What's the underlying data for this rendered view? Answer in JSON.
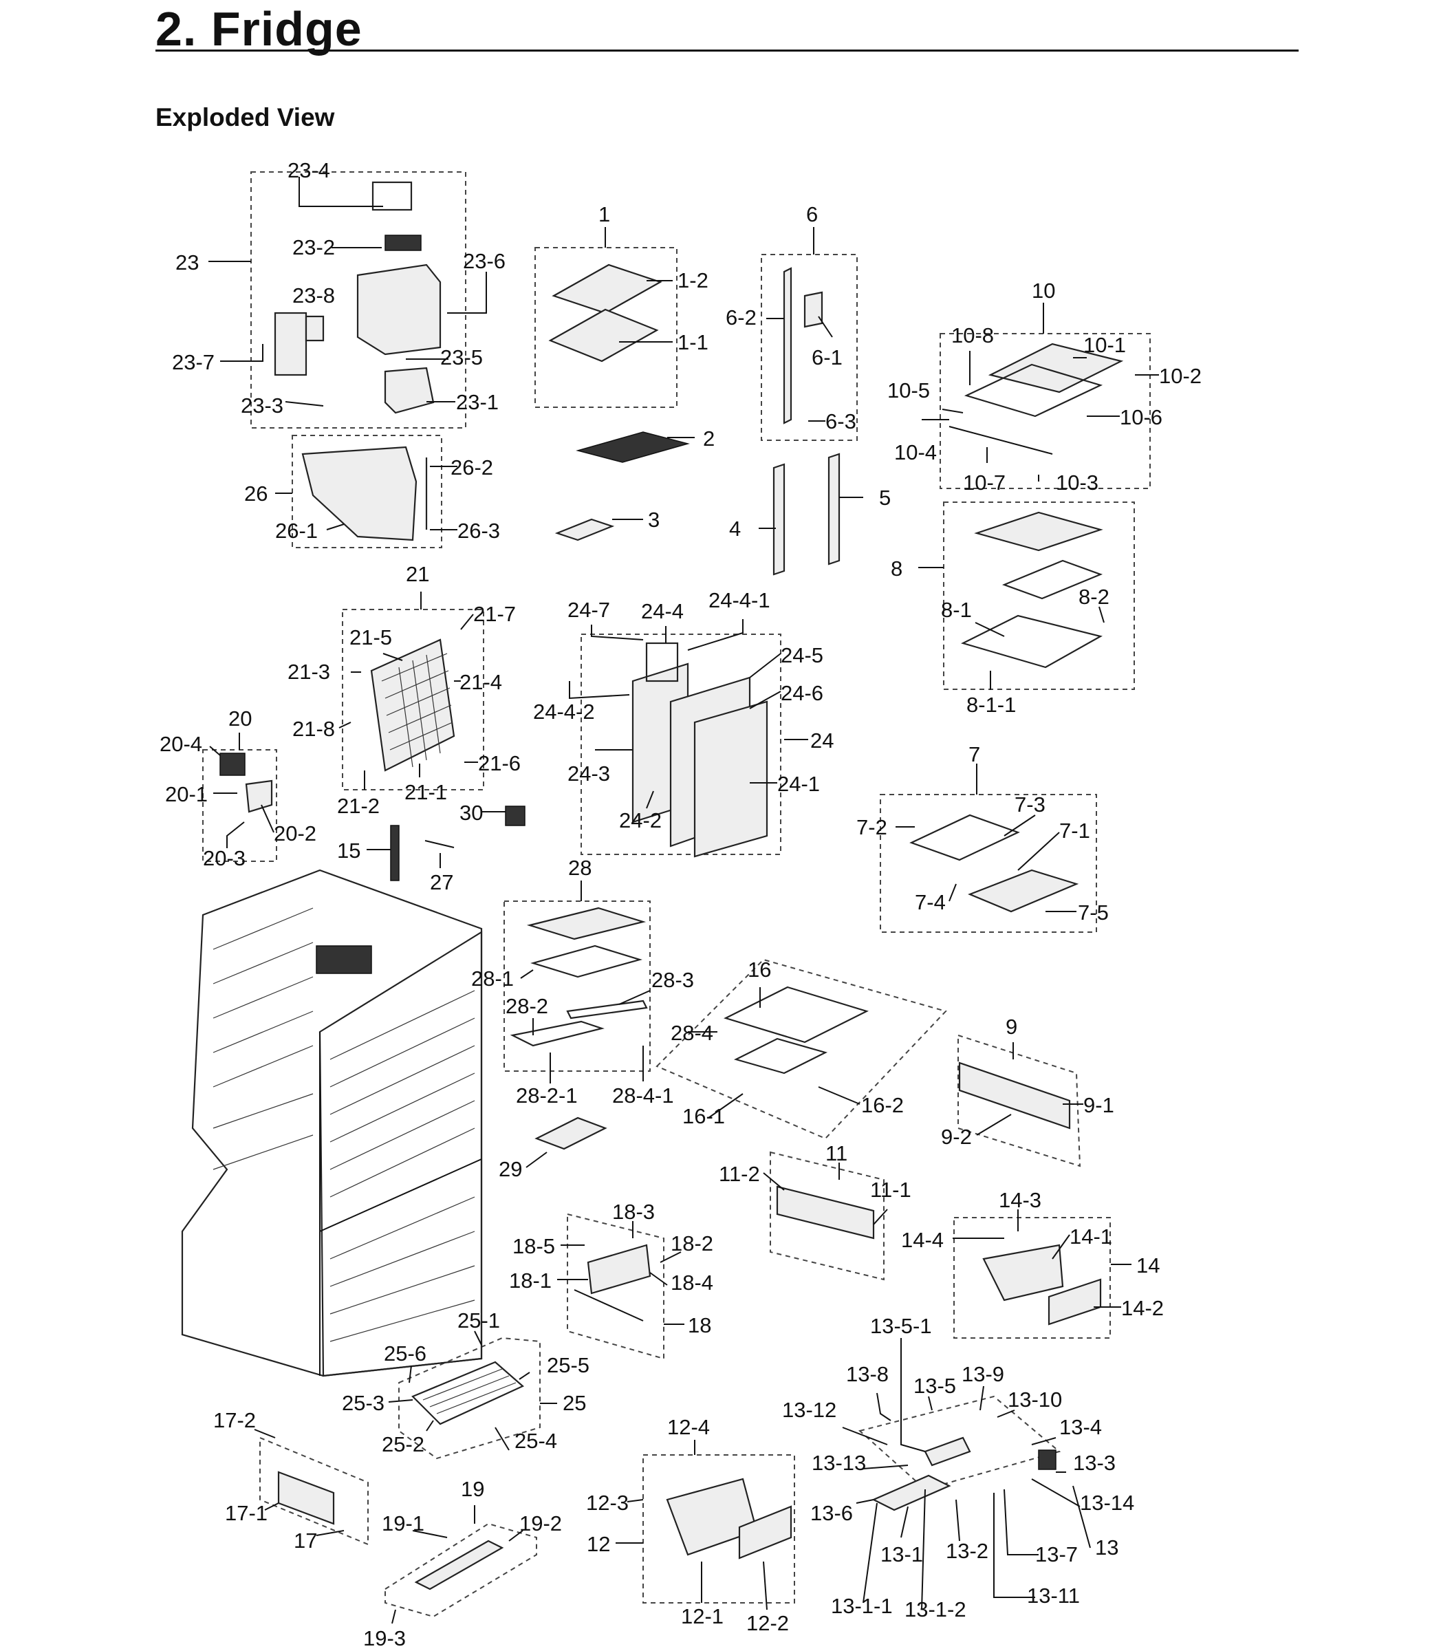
{
  "header": {
    "title": "2.  Fridge",
    "subtitle": "Exploded View"
  },
  "labels": [
    "23-4",
    "23",
    "23-2",
    "23-6",
    "23-8",
    "23-7",
    "23-5",
    "23-3",
    "23-1",
    "26-2",
    "26",
    "26-1",
    "26-3",
    "1",
    "1-2",
    "1-1",
    "2",
    "3",
    "6",
    "6-2",
    "6-1",
    "6-3",
    "4",
    "5",
    "10",
    "10-8",
    "10-1",
    "10-2",
    "10-5",
    "10-6",
    "10-4",
    "10-7",
    "10-3",
    "8",
    "8-2",
    "8-1",
    "8-1-1",
    "21",
    "21-7",
    "21-5",
    "21-3",
    "21-4",
    "21-8",
    "21-6",
    "21-2",
    "21-1",
    "20",
    "20-4",
    "20-1",
    "20-2",
    "20-3",
    "24-7",
    "24-4",
    "24-4-1",
    "24-5",
    "24-4-2",
    "24-6",
    "24",
    "24-3",
    "24-1",
    "24-2",
    "30",
    "15",
    "27",
    "7",
    "7-3",
    "7-2",
    "7-1",
    "7-4",
    "7-5",
    "28",
    "28-1",
    "28-3",
    "28-2",
    "28-4",
    "28-2-1",
    "28-4-1",
    "16",
    "16-1",
    "16-2",
    "9",
    "9-1",
    "9-2",
    "29",
    "11",
    "11-2",
    "11-1",
    "14-3",
    "14-4",
    "14-1",
    "14",
    "14-2",
    "18-3",
    "18-5",
    "18-2",
    "18-1",
    "18-4",
    "18",
    "25-1",
    "25-6",
    "25-5",
    "25-3",
    "25",
    "25-2",
    "25-4",
    "13-5-1",
    "13-8",
    "13-9",
    "13-5",
    "13-10",
    "13-12",
    "13-4",
    "13-13",
    "13-3",
    "13-14",
    "13-6",
    "13-7",
    "13",
    "13-1",
    "13-2",
    "13-11",
    "13-1-1",
    "13-1-2",
    "17-2",
    "17-1",
    "17",
    "19",
    "19-1",
    "19-2",
    "19-3",
    "12-4",
    "12-3",
    "12",
    "12-1",
    "12-2"
  ]
}
